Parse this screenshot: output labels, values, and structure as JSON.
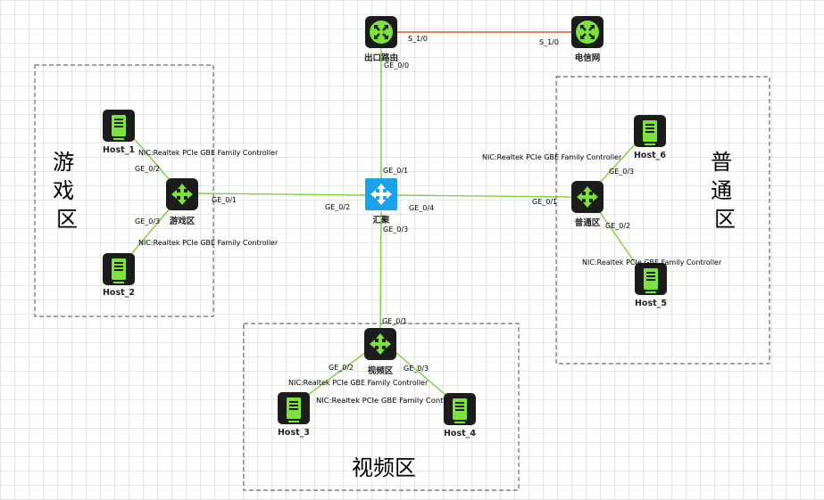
{
  "colors": {
    "link": "#7ccf3e",
    "serial_link": "#d9572c",
    "core_switch": "#1aa3e8",
    "device_dark": "#1c1c1c",
    "device_accent": "#7be33a"
  },
  "zones": {
    "game": "游\n戏\n区",
    "normal": "普\n通\n区",
    "video": "视频区"
  },
  "devices": {
    "exit_router": {
      "label": "出口路由",
      "icon": "router-icon"
    },
    "telecom": {
      "label": "电信网",
      "icon": "router-icon"
    },
    "core": {
      "label": "汇聚",
      "icon": "l3-switch-icon"
    },
    "game_sw": {
      "label": "游戏区",
      "icon": "l3-switch-icon"
    },
    "normal_sw": {
      "label": "普通区",
      "icon": "l3-switch-icon"
    },
    "video_sw": {
      "label": "视频区",
      "icon": "l3-switch-icon"
    },
    "host1": {
      "label": "Host_1",
      "icon": "pc-icon"
    },
    "host2": {
      "label": "Host_2",
      "icon": "pc-icon"
    },
    "host3": {
      "label": "Host_3",
      "icon": "pc-icon"
    },
    "host4": {
      "label": "Host_4",
      "icon": "pc-icon"
    },
    "host5": {
      "label": "Host_5",
      "icon": "pc-icon"
    },
    "host6": {
      "label": "Host_6",
      "icon": "pc-icon"
    }
  },
  "ports": {
    "exit_s": "S_1/0",
    "telecom_s": "S_1/0",
    "exit_ge00": "GE_0/0",
    "core_ge01": "GE_0/1",
    "core_ge02": "GE_0/2",
    "core_ge03": "GE_0/3",
    "core_ge04": "GE_0/4",
    "game_ge01": "GE_0/1",
    "game_ge02": "GE_0/2",
    "game_ge03": "GE_0/3",
    "normal_ge01": "GE_0/1",
    "normal_ge02": "GE_0/2",
    "normal_ge03": "GE_0/3",
    "video_ge01": "GE_0/1",
    "video_ge02": "GE_0/2",
    "video_ge03": "GE_0/3"
  },
  "nics": {
    "host1": "NIC:Realtek PCIe GBE Family Controller",
    "host2": "NIC:Realtek PCIe GBE Family Controller",
    "host3": "NIC:Realtek PCIe GBE Family Controller",
    "host4": "NIC:Realtek PCIe GBE Family Contr",
    "host5": "NIC:Realtek PCIe GBE Family Controller",
    "host6": "NIC:Realtek PCIe GBE Family Controller"
  }
}
